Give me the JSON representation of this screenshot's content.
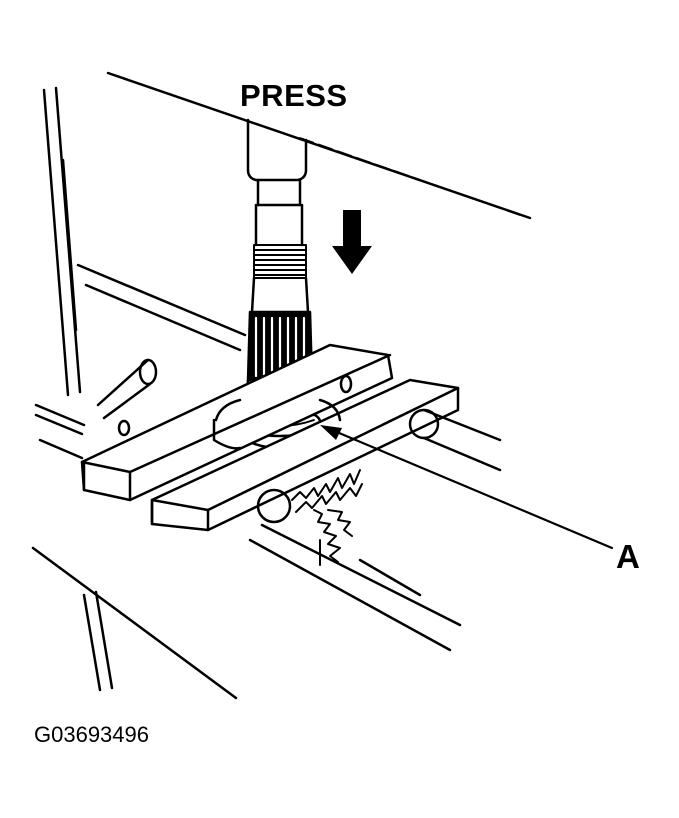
{
  "labels": {
    "press": "PRESS",
    "callout_a": "A",
    "figure_id": "G03693496"
  },
  "colors": {
    "ink": "#000000",
    "paper": "#ffffff"
  },
  "icons": {
    "press_direction": "down-arrow-icon"
  }
}
